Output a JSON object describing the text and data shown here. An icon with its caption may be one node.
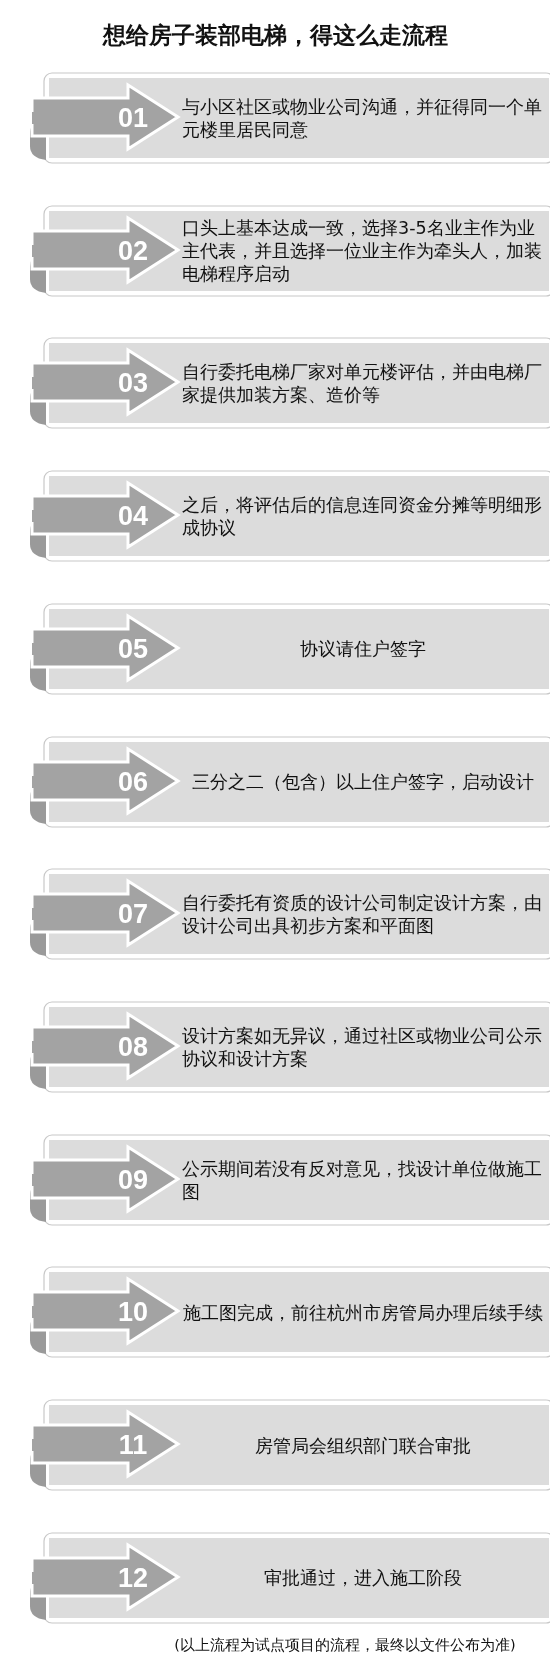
{
  "diagram": {
    "title": "想给房子装部电梯，得这么走流程",
    "nodes": [
      {
        "text": [
          "01",
          "与小区社区或物业公司沟通，并征得同一个单元楼里居民同意"
        ]
      },
      {
        "text": [
          "02",
          "口头上基本达成一致，选择3-5名业主作为业主代表，并且选择一位业主作为牵头人，加装电梯程序启动"
        ]
      },
      {
        "text": [
          "03",
          "自行委托电梯厂家对单元楼评估，并由电梯厂家提供加装方案、造价等"
        ]
      },
      {
        "text": [
          "04",
          "之后，将评估后的信息连同资金分摊等明细形成协议"
        ]
      },
      {
        "text": [
          "05",
          "协议请住户签字"
        ]
      },
      {
        "text": [
          "06",
          "三分之二（包含）以上住户签字，启动设计"
        ]
      },
      {
        "text": [
          "07",
          "自行委托有资质的设计公司制定设计方案，由设计公司出具初步方案和平面图"
        ]
      },
      {
        "text": [
          "08",
          "设计方案如无异议，通过社区或物业公司公示协议和设计方案"
        ]
      },
      {
        "text": [
          "09",
          "公示期间若没有反对意见，找设计单位做施工图"
        ]
      },
      {
        "text": [
          "10",
          "施工图完成，前往杭州市房管局办理后续手续"
        ]
      },
      {
        "text": [
          "11",
          "房管局会组织部门联合审批"
        ]
      },
      {
        "text": [
          "12",
          "审批通过，进入施工阶段"
        ]
      }
    ],
    "caption": "(以上流程为试点项目的流程，最终以文件公布为准)"
  }
}
